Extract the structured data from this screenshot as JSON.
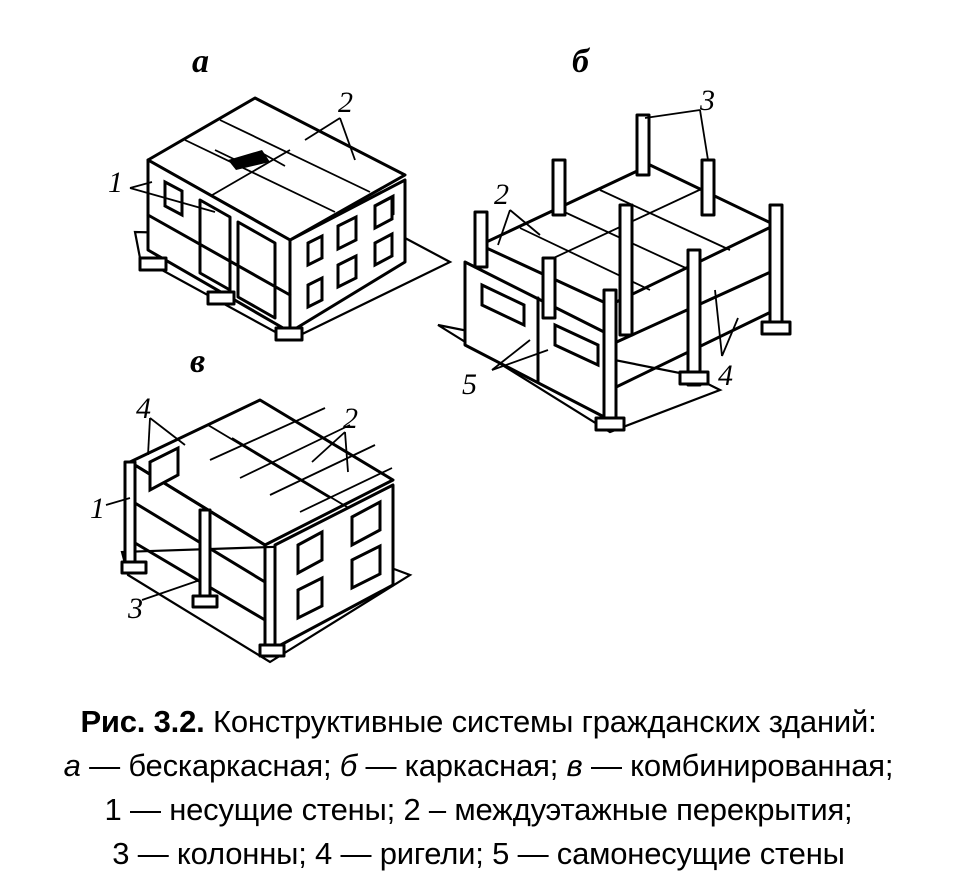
{
  "figure": {
    "panels": [
      {
        "letter": "а",
        "labels": [
          "1",
          "2"
        ]
      },
      {
        "letter": "б",
        "labels": [
          "2",
          "3",
          "4",
          "5"
        ]
      },
      {
        "letter": "в",
        "labels": [
          "1",
          "2",
          "3",
          "4"
        ]
      }
    ]
  },
  "caption": {
    "fig_number": "Рис. 3.2.",
    "title": "Конструктивные системы гражданских зданий:",
    "line2": [
      {
        "key": "а",
        "text": " — бескаркасная; "
      },
      {
        "key": "б",
        "text": " — каркасная; "
      },
      {
        "key": "в",
        "text": " — комбинированная;"
      }
    ],
    "line3": "1 — несущие стены; 2 – междуэтажные перекрытия;",
    "line4": "3 — колонны; 4 — ригели; 5 — самонесущие стены"
  }
}
